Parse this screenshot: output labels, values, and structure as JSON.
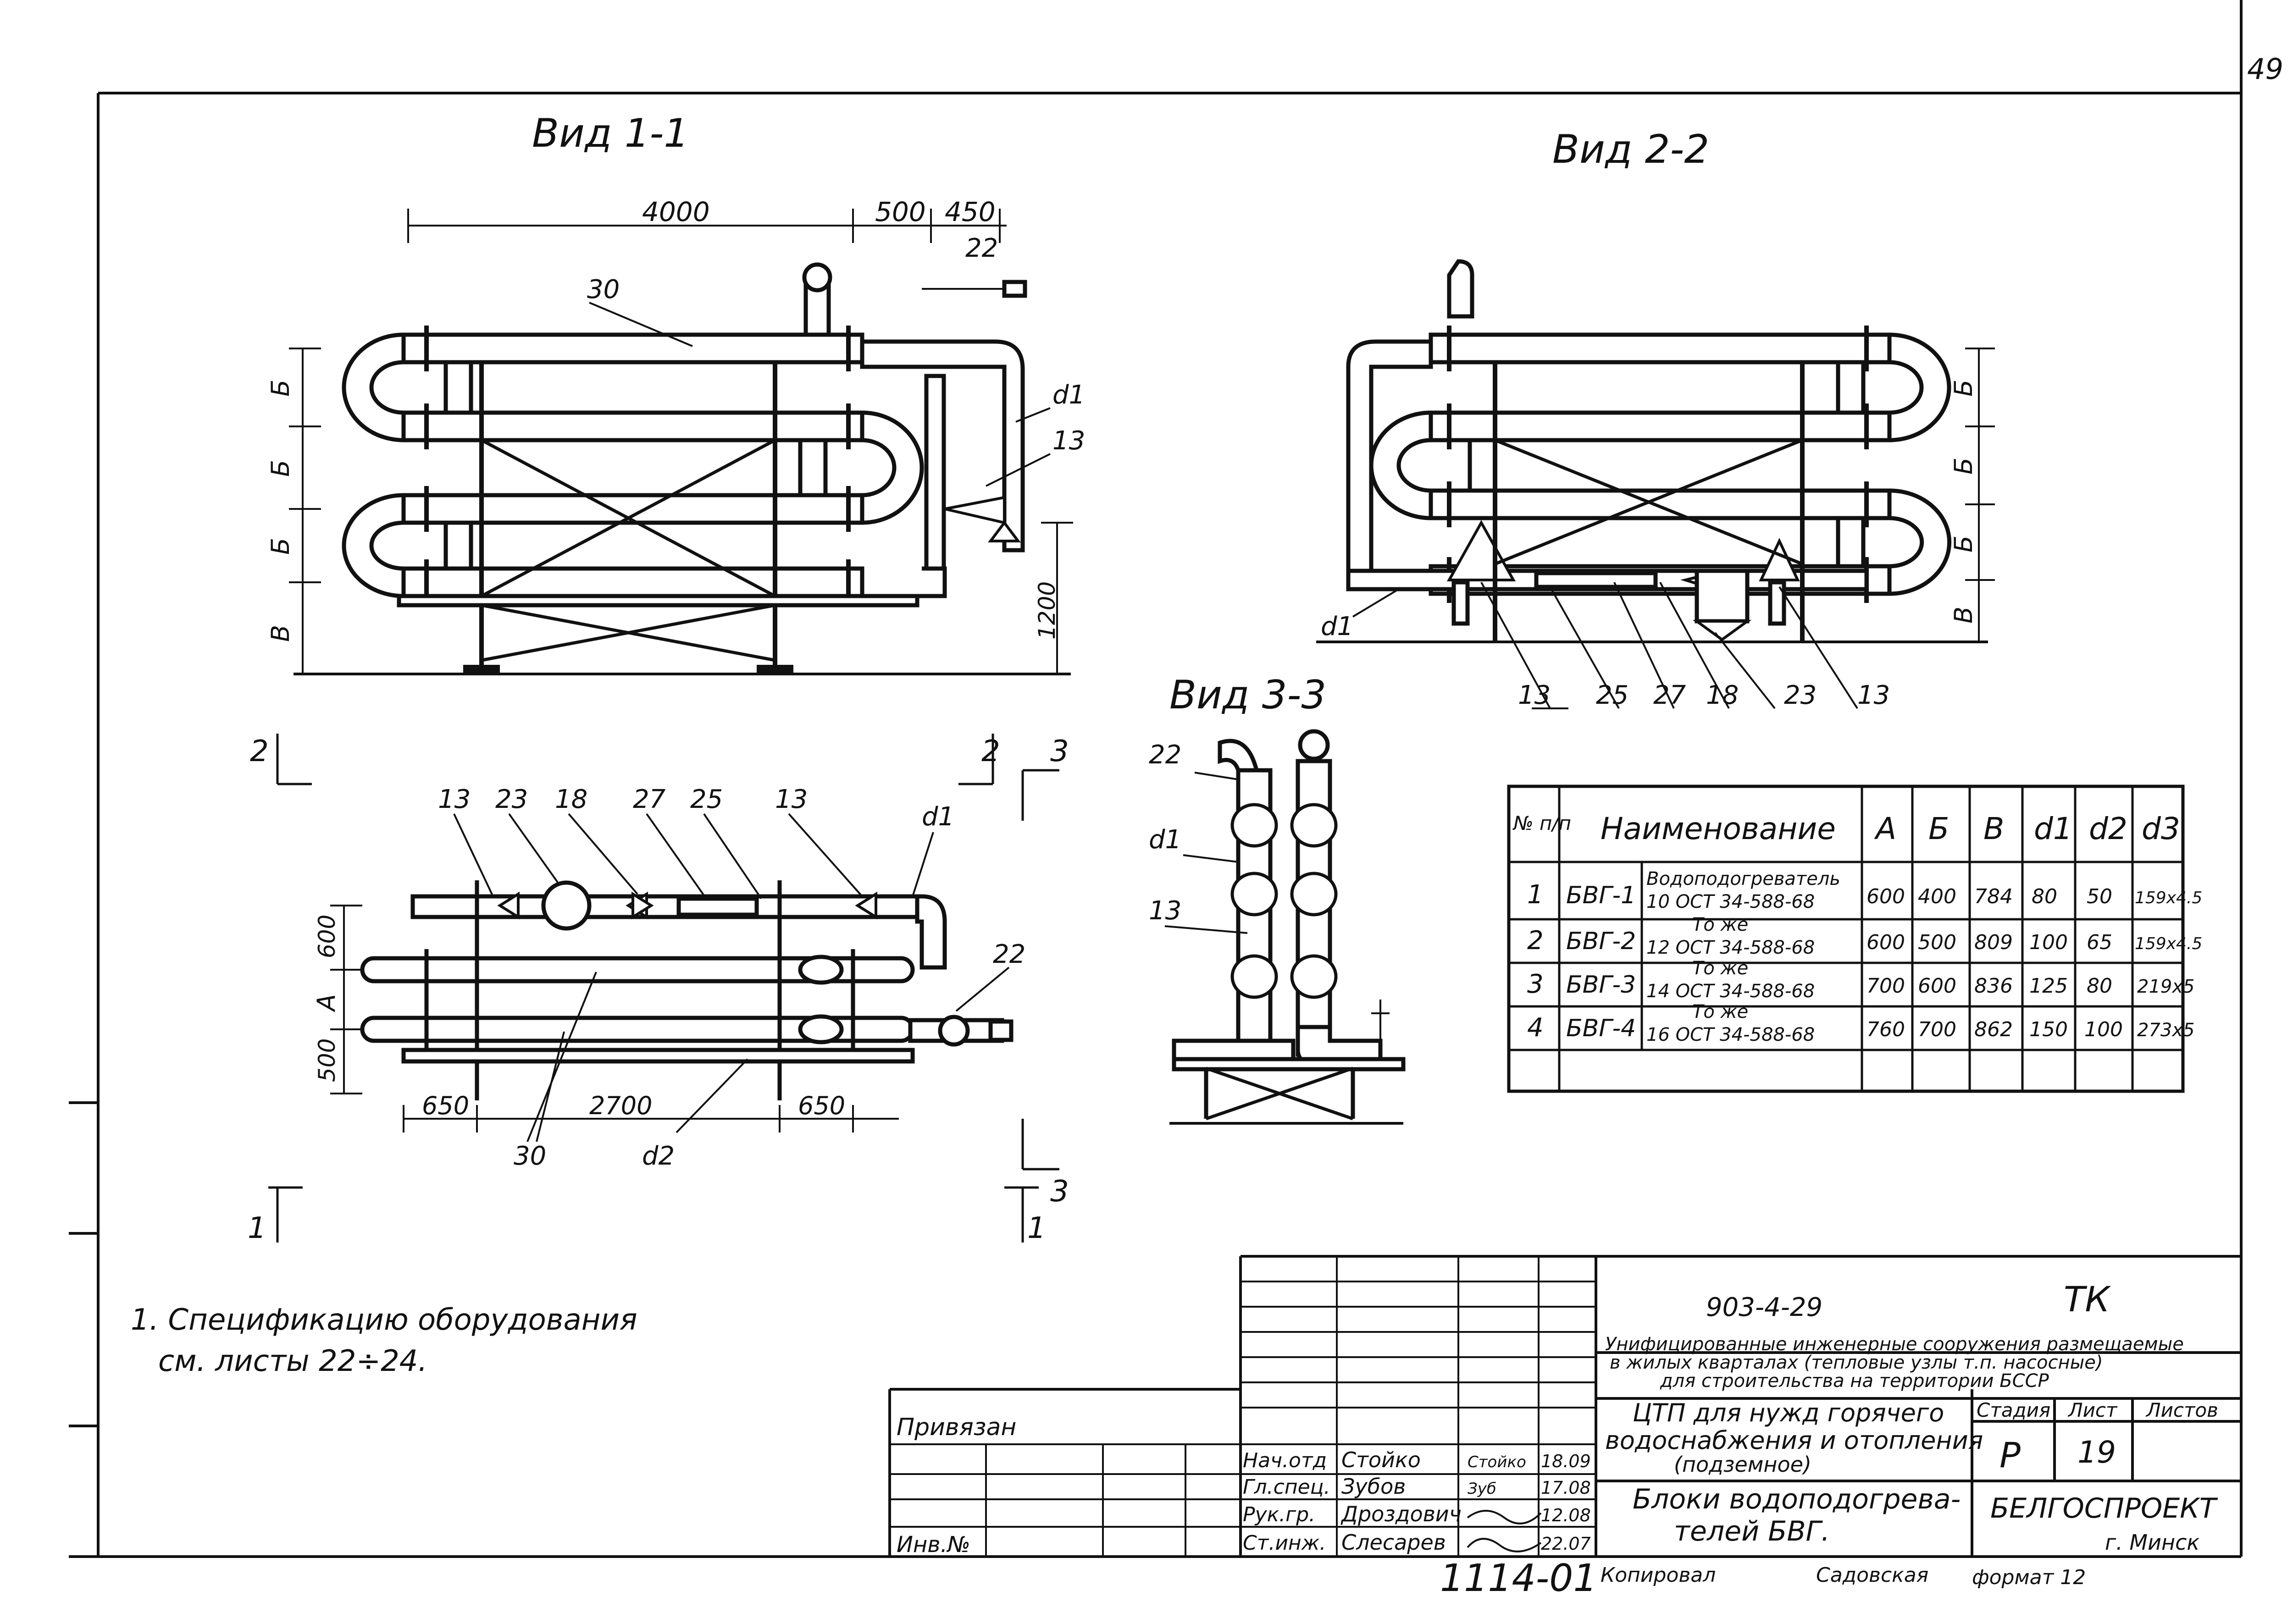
{
  "sheet_corner_number": "49",
  "views": {
    "v11": {
      "title": "Вид 1-1",
      "dims": {
        "d1": "4000",
        "d2": "500",
        "d3": "450",
        "h_left": [
          "Б",
          "Б",
          "Б",
          "В"
        ],
        "h_right": "1200"
      },
      "labels": {
        "l30": "30",
        "l22": "22",
        "ld1": "d1",
        "l13": "13"
      }
    },
    "v22": {
      "title": "Вид 2-2",
      "h_right": [
        "Б",
        "Б",
        "Б",
        "В"
      ],
      "labels": {
        "ld1": "d1",
        "l13a": "13",
        "l25": "25",
        "l27": "27",
        "l18": "18",
        "l23": "23",
        "l13b": "13"
      }
    },
    "v33": {
      "title": "Вид 3-3",
      "labels": {
        "l22": "22",
        "ld1": "d1",
        "l13": "13"
      }
    },
    "plan": {
      "top_labels": [
        "13",
        "23",
        "18",
        "27",
        "25",
        "13",
        "d1"
      ],
      "h_left": [
        "600",
        "А",
        "500"
      ],
      "dims_bottom": [
        "650",
        "2700",
        "650"
      ],
      "l22": "22",
      "l30": "30",
      "ld2": "d2"
    },
    "section_marks": {
      "m1a": "1",
      "m1b": "1",
      "m2a": "2",
      "m2b": "2",
      "m3a": "3",
      "m3b": "3"
    }
  },
  "table": {
    "headers": [
      "№ п/п",
      "Наименование",
      "А",
      "Б",
      "В",
      "d1",
      "d2",
      "d3"
    ],
    "rows": [
      {
        "n": "1",
        "code": "БВГ-1",
        "desc": [
          "Водоподогреватель",
          "10 ОСТ 34-588-68"
        ],
        "a": "600",
        "b": "400",
        "v": "784",
        "d1": "80",
        "d2": "50",
        "d3": "159х4.5"
      },
      {
        "n": "2",
        "code": "БВГ-2",
        "desc": [
          "То же",
          "12 ОСТ 34-588-68"
        ],
        "a": "600",
        "b": "500",
        "v": "809",
        "d1": "100",
        "d2": "65",
        "d3": "159х4.5"
      },
      {
        "n": "3",
        "code": "БВГ-3",
        "desc": [
          "То же",
          "14 ОСТ 34-588-68"
        ],
        "a": "700",
        "b": "600",
        "v": "836",
        "d1": "125",
        "d2": "80",
        "d3": "219х5"
      },
      {
        "n": "4",
        "code": "БВГ-4",
        "desc": [
          "То же",
          "16 ОСТ 34-588-68"
        ],
        "a": "760",
        "b": "700",
        "v": "862",
        "d1": "150",
        "d2": "100",
        "d3": "273х5"
      }
    ]
  },
  "note": [
    "1. Спецификацию оборудования",
    "см. листы 22÷24."
  ],
  "title_block": {
    "doc_code": "903-4-29",
    "mark": "ТК",
    "project": [
      "Унифицированные инженерные сооружения размещаемые",
      "в жилых кварталах (тепловые узлы т.п. насосные)",
      "для строительства на территории БССР"
    ],
    "object": [
      "ЦТП для нужд горячего",
      "водоснабжения и отопления",
      "(подземное)"
    ],
    "drawing": [
      "Блоки водоподогрева-",
      "телей    БВГ."
    ],
    "stage_h": "Стадия",
    "sheet_h": "Лист",
    "sheets_h": "Листов",
    "stage": "Р",
    "sheet": "19",
    "org": "БЕЛГОСПРОЕКТ",
    "city": "г. Минск",
    "privyazan": "Привязан",
    "inv": "Инв.№",
    "staff": [
      {
        "role": "Нач.отд",
        "name": "Стойко",
        "sign": "Стойко",
        "date": "18.09"
      },
      {
        "role": "Гл.спец.",
        "name": "Зубов",
        "sign": "Зуб",
        "date": "17.08"
      },
      {
        "role": "Рук.гр.",
        "name": "Дроздович",
        "sign": "",
        "date": "12.08"
      },
      {
        "role": "Ст.инж.",
        "name": "Слесарев",
        "sign": "",
        "date": "22.07"
      }
    ],
    "bottom_code": "1114-01",
    "copied_label": "Копировал",
    "copied_name": "Садовская",
    "format": "формат 12"
  }
}
